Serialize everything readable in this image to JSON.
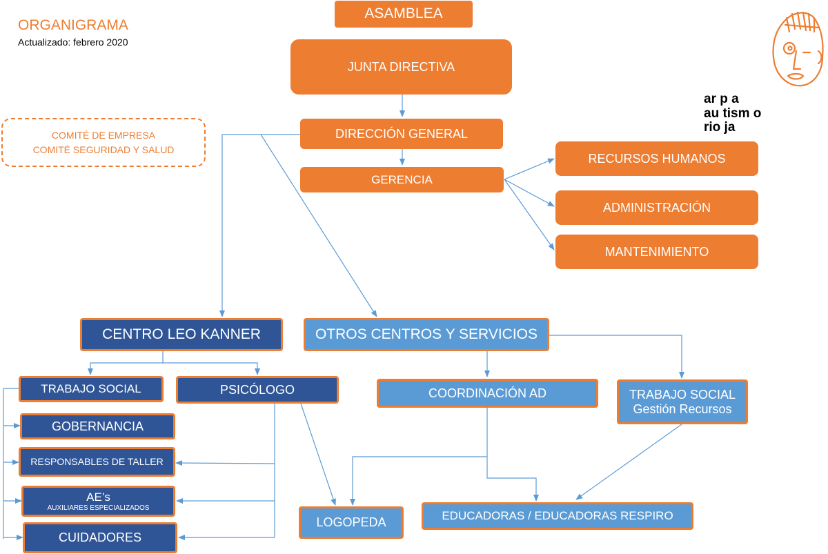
{
  "header": {
    "title": "ORGANIGRAMA",
    "updated": "Actualizado: febrero 2020"
  },
  "side_note": {
    "line1": "COMITÉ DE EMPRESA",
    "line2": "COMITÉ SEGURIDAD Y SALUD"
  },
  "logo": {
    "line1": "ar p a",
    "line2": "au tism o",
    "line3": "rio ja",
    "face_icon": "hand-drawn-face-icon"
  },
  "nodes": {
    "asamblea": "ASAMBLEA",
    "junta": "JUNTA DIRECTIVA",
    "direccion": "DIRECCIÓN GENERAL",
    "gerencia": "GERENCIA",
    "rrhh": "RECURSOS HUMANOS",
    "admin": "ADMINISTRACIÓN",
    "mant": "MANTENIMIENTO",
    "leo": "CENTRO LEO KANNER",
    "otros": "OTROS CENTROS Y SERVICIOS",
    "ts1": "TRABAJO SOCIAL",
    "psico": "PSICÓLOGO",
    "gober": "GOBERNANCIA",
    "resp": "RESPONSABLES DE TALLER",
    "ae": "AE’s",
    "ae_sub": "AUXILIARES ESPECIALIZADOS",
    "cuid": "CUIDADORES",
    "coord": "COORDINACIÓN  AD",
    "ts2": "TRABAJO SOCIAL",
    "ts2_sub": "Gestión Recursos",
    "logo_ped": "LOGOPEDA",
    "educ": "EDUCADORAS / EDUCADORAS RESPIRO"
  },
  "colors": {
    "orange": "#ED7D31",
    "navy": "#2F5597",
    "light_blue": "#5B9BD5",
    "connector": "#5B9BD5"
  }
}
